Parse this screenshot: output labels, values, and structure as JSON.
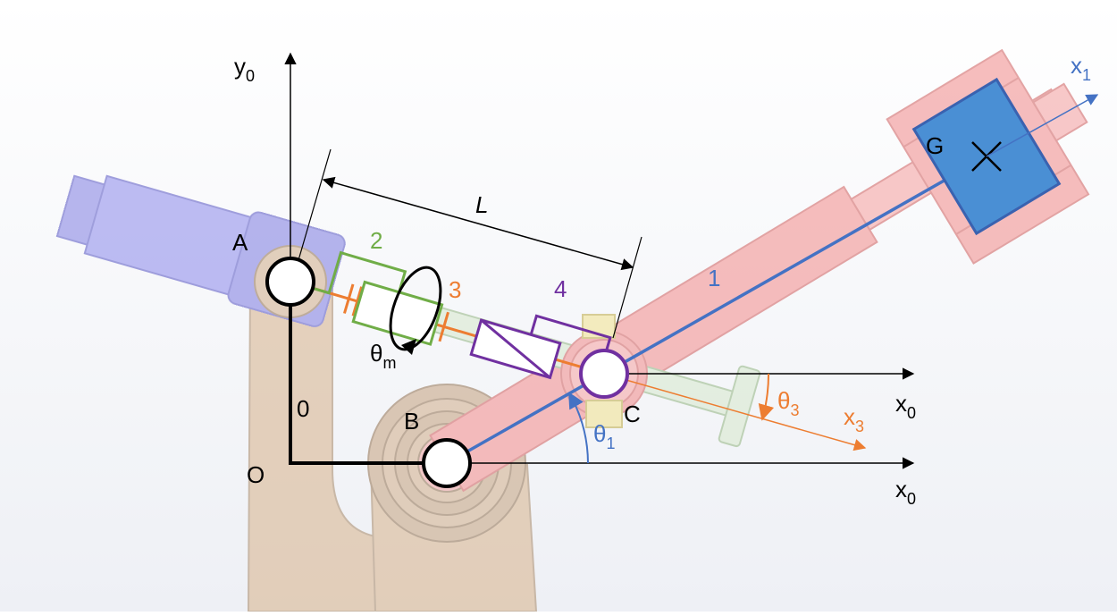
{
  "labels": {
    "y0": {
      "main": "y",
      "sub": "0"
    },
    "x0_upper": {
      "main": "x",
      "sub": "0"
    },
    "x0_lower": {
      "main": "x",
      "sub": "0"
    },
    "x1": {
      "main": "x",
      "sub": "1"
    },
    "x3": {
      "main": "x",
      "sub": "3"
    },
    "theta1": {
      "main": "θ",
      "sub": "1"
    },
    "theta3": {
      "main": "θ",
      "sub": "3"
    },
    "thetam": {
      "main": "θ",
      "sub": "m"
    },
    "A": "A",
    "B": "B",
    "C": "C",
    "G": "G",
    "O": "O",
    "L": "L",
    "link0": "0",
    "link1": "1",
    "link2": "2",
    "link3": "3",
    "link4": "4"
  },
  "colors": {
    "link1": "#4472c4",
    "link2": "#70ad47",
    "link3": "#ed7d31",
    "link4": "#7030a0",
    "base": "#e0c7b0",
    "motor": "#9b9ae8",
    "arm": "#f1a5a5",
    "shaft": "#d9ead3",
    "mass": "#4a8fd4"
  }
}
